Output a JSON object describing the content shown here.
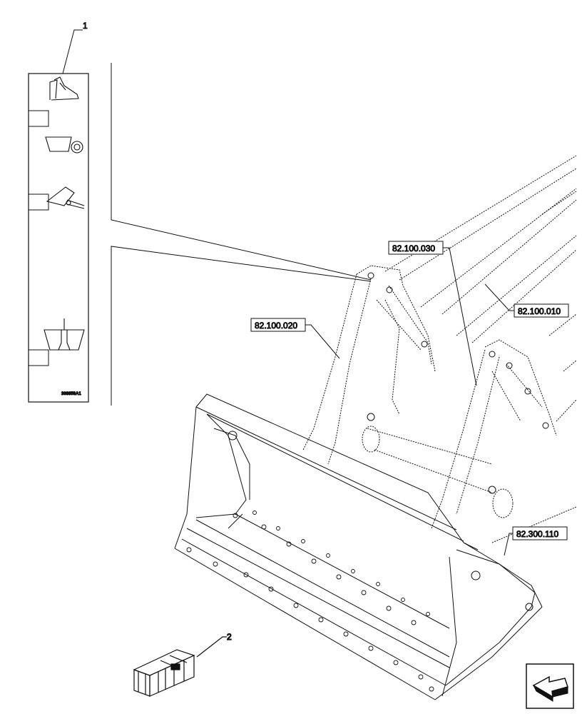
{
  "callouts": {
    "item_1": "1",
    "item_2": "2",
    "decal_code": "398858A1"
  },
  "references": [
    {
      "id": "ref-82-100-030",
      "label": "82.100.030"
    },
    {
      "id": "ref-82-100-010",
      "label": "82.100.010"
    },
    {
      "id": "ref-82-100-020",
      "label": "82.100.020"
    },
    {
      "id": "ref-82-300-110",
      "label": "82.300.110"
    }
  ],
  "decal_icons": [
    "boom-up-icon",
    "bucket-wheel-icon",
    "bucket-dump-icon",
    "bucket-float-icon"
  ],
  "nav": {
    "icon": "previous-page-arrow-icon"
  }
}
